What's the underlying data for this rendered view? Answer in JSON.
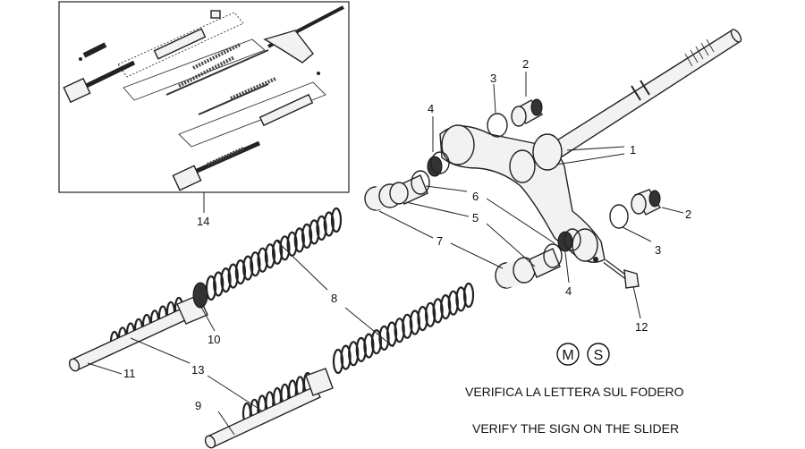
{
  "callouts": {
    "c1": "1",
    "c2a": "2",
    "c2b": "2",
    "c3a": "3",
    "c3b": "3",
    "c4a": "4",
    "c4b": "4",
    "c5": "5",
    "c6": "6",
    "c7": "7",
    "c8": "8",
    "c9": "9",
    "c10": "10",
    "c11": "11",
    "c12": "12",
    "c13": "13",
    "c14": "14"
  },
  "badges": {
    "m": "M",
    "s": "S"
  },
  "notes": {
    "italian": "VERIFICA LA LETTERA SUL FODERO",
    "english": "VERIFY THE SIGN ON THE SLIDER"
  }
}
